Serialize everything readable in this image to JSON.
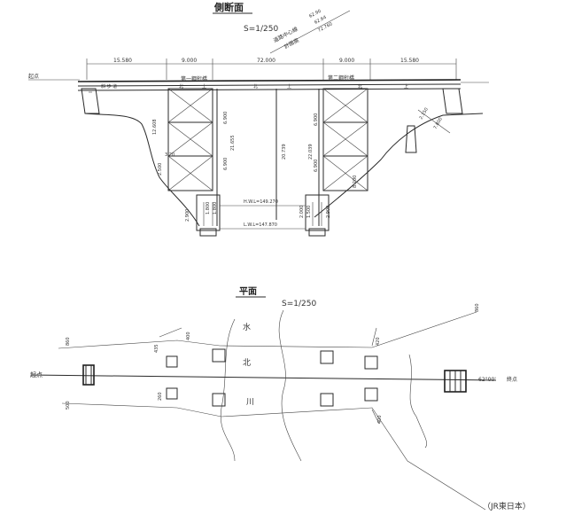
{
  "elevation": {
    "title": "側断面",
    "scale": "S=1/250",
    "road_note_1": "道路中心線",
    "road_note_2": "計画高",
    "road_values": [
      "62.90",
      "62.64",
      "72.760"
    ],
    "left_station": "起点",
    "span_total": "72.000",
    "spans": [
      "15.580",
      "9.000",
      "72.000",
      "9.000",
      "15.580"
    ],
    "deck_labels": [
      "第一鋼桁橋",
      "第二鋼桁橋"
    ],
    "under_labels": [
      "斜 歩 道",
      "北",
      "上",
      "北",
      "上",
      "北",
      "上"
    ],
    "pier_heights_left": [
      "12.608",
      "6.900",
      "6.900",
      "21.655"
    ],
    "pier_heights_center": [
      "20.739",
      "22.039"
    ],
    "pier_heights_right": [
      "6.900",
      "6.900"
    ],
    "right_dims": [
      "2.150",
      "7.800"
    ],
    "water_levels": [
      "H.W.L=149.270",
      "L.W.L=147.870"
    ],
    "small_dims_left": [
      "2.500",
      "3.20",
      "2.900",
      "1.800",
      "1.800"
    ],
    "small_dims_right": [
      "8.200",
      "2.000",
      "1.500",
      "2.900"
    ]
  },
  "plan": {
    "title": "平面",
    "scale": "S=1/250",
    "river_chars": [
      "水",
      "北",
      "川"
    ],
    "left_label": "起点",
    "right_label": "終点",
    "right_station": "62°00'",
    "point_labels": [
      "860",
      "500",
      "435",
      "400",
      "420",
      "400",
      "260",
      "860"
    ]
  },
  "credit": "（JR東日本）"
}
